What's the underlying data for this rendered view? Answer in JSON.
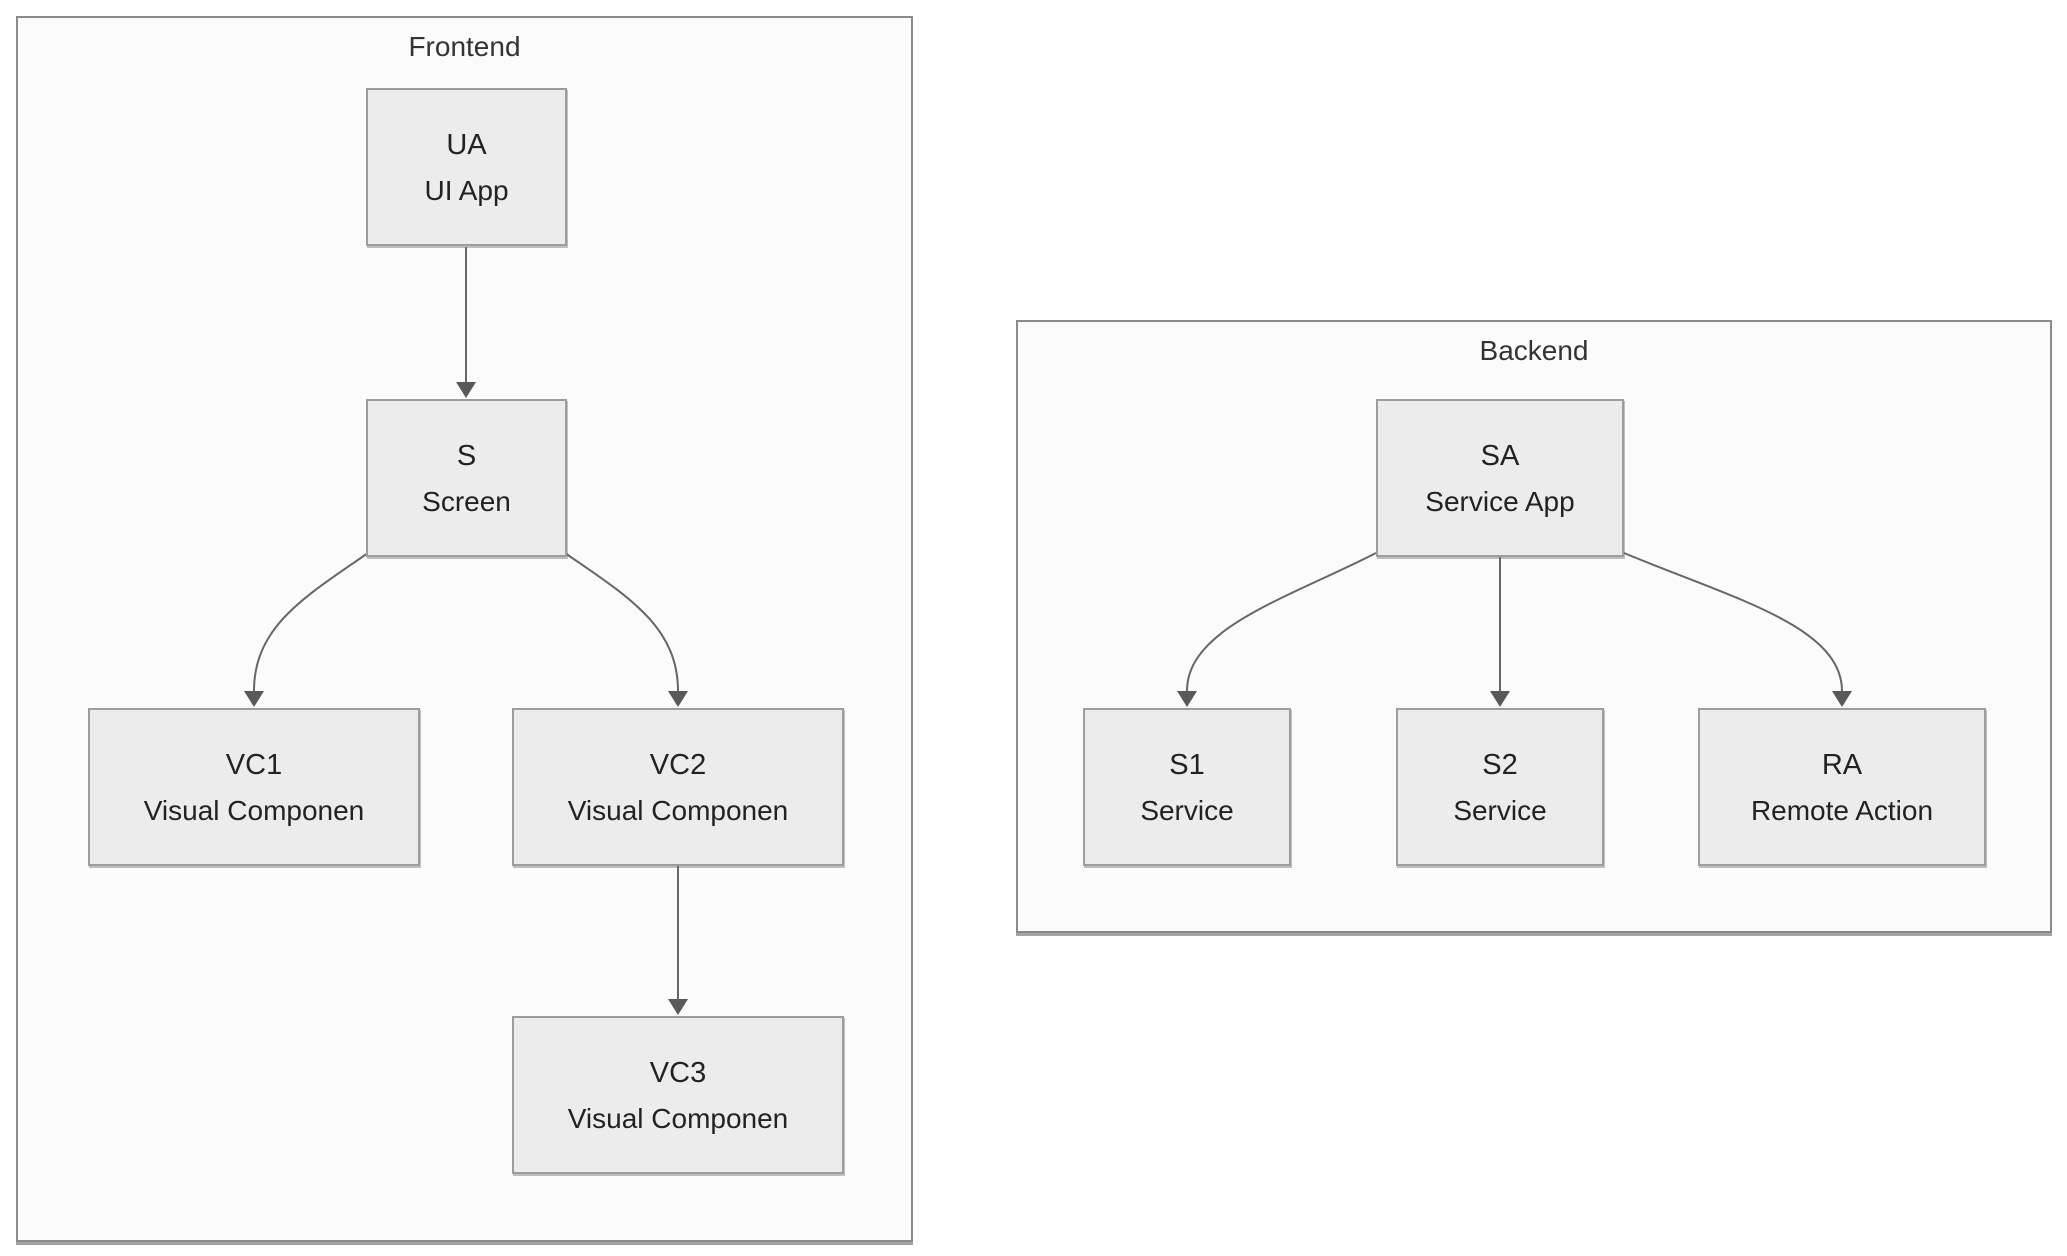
{
  "diagram": {
    "type": "flowchart",
    "containers": {
      "frontend": {
        "title": "Frontend"
      },
      "backend": {
        "title": "Backend"
      }
    },
    "nodes": {
      "UA": {
        "label": "UA",
        "sublabel": "UI App"
      },
      "S": {
        "label": "S",
        "sublabel": "Screen"
      },
      "VC1": {
        "label": "VC1",
        "sublabel": "Visual Componen"
      },
      "VC2": {
        "label": "VC2",
        "sublabel": "Visual Componen"
      },
      "VC3": {
        "label": "VC3",
        "sublabel": "Visual Componen"
      },
      "SA": {
        "label": "SA",
        "sublabel": "Service App"
      },
      "S1": {
        "label": "S1",
        "sublabel": "Service"
      },
      "S2": {
        "label": "S2",
        "sublabel": "Service"
      },
      "RA": {
        "label": "RA",
        "sublabel": "Remote Action"
      }
    },
    "edges": [
      {
        "from": "UA",
        "to": "S"
      },
      {
        "from": "S",
        "to": "VC1"
      },
      {
        "from": "S",
        "to": "VC2"
      },
      {
        "from": "VC2",
        "to": "VC3"
      },
      {
        "from": "SA",
        "to": "S1"
      },
      {
        "from": "SA",
        "to": "S2"
      },
      {
        "from": "SA",
        "to": "RA"
      }
    ],
    "colors": {
      "canvas_bg": "#ffffff",
      "node_fill": "#ececec",
      "node_border": "#9d9d9d",
      "cluster_fill": "#fbfbfb",
      "cluster_border": "#8a8a8a",
      "edge_color": "#666666",
      "arrow_color": "#595959",
      "text_color": "#222222",
      "title_color": "#333333"
    }
  }
}
